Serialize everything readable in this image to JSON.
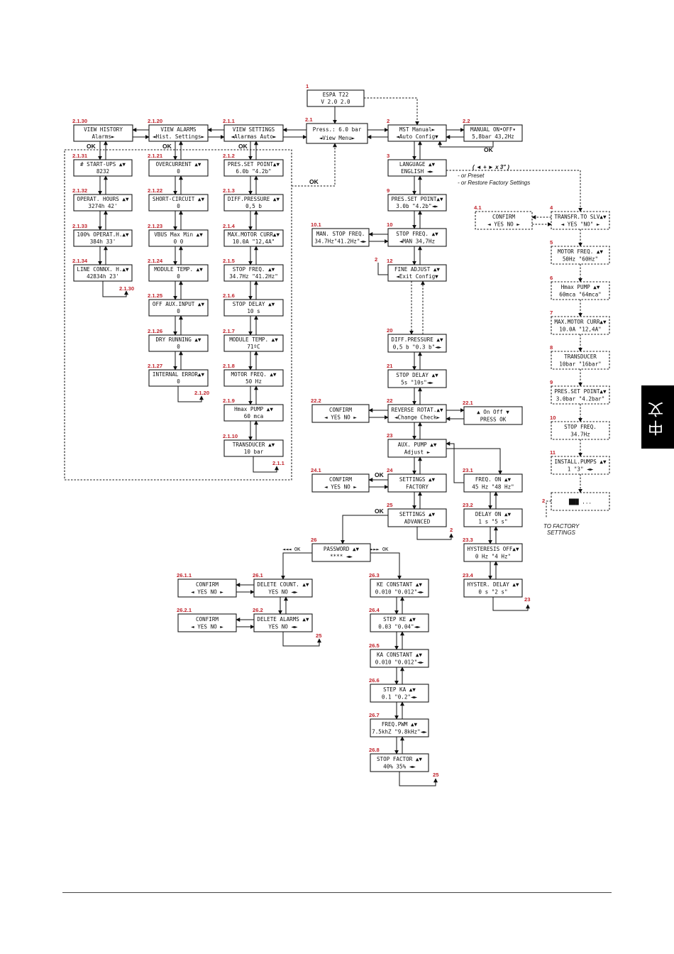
{
  "language_tab": "中文",
  "ok_label": "OK",
  "menu_boxes": [
    {
      "id": "b1",
      "num": "1",
      "l1": "ESPA   T22",
      "l2": "V 2.0   2.0"
    },
    {
      "id": "b21",
      "num": "2.1",
      "l1": "Press.:   6.0 bar",
      "l2": "◄View        Menu►"
    },
    {
      "id": "b2",
      "num": "2",
      "l1": "MST       Manual►",
      "l2": "◄Auto     Config▼"
    },
    {
      "id": "b22",
      "num": "2.2",
      "l1": "MANUAL    ON•OFF▾",
      "l2": "5,8bar  43,2Hz"
    },
    {
      "id": "b211",
      "num": "2.1.1",
      "l1": "VIEW SETTINGS",
      "l2": "◄Alarmas    Auto►"
    },
    {
      "id": "b2120",
      "num": "2.1.20",
      "l1": "VIEW ALARMS",
      "l2": "◄Hist. Settings►"
    },
    {
      "id": "b2130",
      "num": "2.1.30",
      "l1": "VIEW HISTORY",
      "l2": "Alarms►"
    },
    {
      "id": "b212",
      "num": "2.1.2",
      "l1": "PRES.SET POINT▲▼",
      "l2": "6.0b   \"4.2b\""
    },
    {
      "id": "b213",
      "num": "2.1.3",
      "l1": "DIFF.PRESSURE ▲▼",
      "l2": "0,5 b"
    },
    {
      "id": "b214",
      "num": "2.1.4",
      "l1": "MAX.MOTOR CURR▲▼",
      "l2": "10.0A  \"12,4A\""
    },
    {
      "id": "b215",
      "num": "2.1.5",
      "l1": "STOP FREQ.   ▲▼",
      "l2": "34.7Hz \"41.2Hz\""
    },
    {
      "id": "b216",
      "num": "2.1.6",
      "l1": "STOP DELAY   ▲▼",
      "l2": "10 s"
    },
    {
      "id": "b217",
      "num": "2.1.7",
      "l1": "MODULE TEMP. ▲▼",
      "l2": "71ºC"
    },
    {
      "id": "b218",
      "num": "2.1.8",
      "l1": "MOTOR FREQ.  ▲▼",
      "l2": "50 Hz"
    },
    {
      "id": "b219",
      "num": "2.1.9",
      "l1": "Hmax PUMP    ▲▼",
      "l2": "60 mca"
    },
    {
      "id": "b2110",
      "num": "2.1.10",
      "l1": "TRANSDUCER   ▲▼",
      "l2": "10 bar"
    },
    {
      "id": "b2121",
      "num": "2.1.21",
      "l1": "OVERCURRENT   ▲▼",
      "l2": "0"
    },
    {
      "id": "b2122",
      "num": "2.1.22",
      "l1": "SHORT-CIRCUIT ▲▼",
      "l2": "0"
    },
    {
      "id": "b2123",
      "num": "2.1.23",
      "l1": "VBUS Max  Min ▲▼",
      "l2": "0     0"
    },
    {
      "id": "b2124",
      "num": "2.1.24",
      "l1": "MODULE TEMP.  ▲▼",
      "l2": "0"
    },
    {
      "id": "b2125",
      "num": "2.1.25",
      "l1": "OFF AUX.INPUT ▲▼",
      "l2": "0"
    },
    {
      "id": "b2126",
      "num": "2.1.26",
      "l1": "DRY RUNNING   ▲▼",
      "l2": "0"
    },
    {
      "id": "b2127",
      "num": "2.1.27",
      "l1": "INTERNAL ERROR▲▼",
      "l2": "0"
    },
    {
      "id": "b2131",
      "num": "2.1.31",
      "l1": "# START-UPS   ▲▼",
      "l2": "8232"
    },
    {
      "id": "b2132",
      "num": "2.1.32",
      "l1": "OPERAT. HOURS ▲▼",
      "l2": "3274h 42'"
    },
    {
      "id": "b2133",
      "num": "2.1.33",
      "l1": "100% OPERAT.H.▲▼",
      "l2": "384h 33'"
    },
    {
      "id": "b2134",
      "num": "2.1.34",
      "l1": "LINE CONNX. H.▲▼",
      "l2": "42834h 23'"
    },
    {
      "id": "b3",
      "num": "3",
      "l1": "LANGUAGE      ▲▼",
      "l2": "ENGLISH       ◄►"
    },
    {
      "id": "b9",
      "num": "9",
      "l1": "PRES.SET POINT▲▼",
      "l2": "3.0b   \"4.2b\"◄►"
    },
    {
      "id": "b101",
      "num": "10.1",
      "l1": "MAN. STOP FREQ.",
      "l2": "34.7Hz\"41.2Hz\"◄►"
    },
    {
      "id": "b10",
      "num": "10",
      "l1": "STOP FREQ.    ▲▼",
      "l2": "◄MAN  34,7Hz"
    },
    {
      "id": "b12",
      "num": "12",
      "l1": "FINE ADJUST   ▲▼",
      "l2": "◄Exit    Config▼"
    },
    {
      "id": "b20",
      "num": "20",
      "l1": "DIFF.PRESSURE ▲▼",
      "l2": "0,5 b   \"0.3 b\"◄►"
    },
    {
      "id": "b21s",
      "num": "21",
      "l1": "STOP DELAY    ▲▼",
      "l2": "5s     \"10s\"◄►"
    },
    {
      "id": "b222",
      "num": "22.2",
      "l1": "CONFIRM",
      "l2": "◄ YES        NO ►"
    },
    {
      "id": "b22r",
      "num": "22",
      "l1": "REVERSE ROTAT.▲▼",
      "l2": "◄Change   Check►"
    },
    {
      "id": "b221",
      "num": "22.1",
      "l1": "▲ On      Off  ▼",
      "l2": "PRESS OK"
    },
    {
      "id": "b23",
      "num": "23",
      "l1": "AUX. PUMP     ▲▼",
      "l2": "Adjust  ►"
    },
    {
      "id": "b241",
      "num": "24.1",
      "l1": "CONFIRM",
      "l2": "◄ YES        NO ►"
    },
    {
      "id": "b24",
      "num": "24",
      "l1": "SETTINGS      ▲▼",
      "l2": "FACTORY"
    },
    {
      "id": "b231",
      "num": "23.1",
      "l1": "FREQ. ON     ▲▼",
      "l2": "45 Hz  \"48 Hz\""
    },
    {
      "id": "b25",
      "num": "25",
      "l1": "SETTINGS      ▲▼",
      "l2": "ADVANCED"
    },
    {
      "id": "b232",
      "num": "23.2",
      "l1": "DELAY ON     ▲▼",
      "l2": "1 s    \"5 s\""
    },
    {
      "id": "b233",
      "num": "23.3",
      "l1": "HYSTERESIS OFF▲▼",
      "l2": "0 Hz   \"4 Hz\""
    },
    {
      "id": "b234",
      "num": "23.4",
      "l1": "HYSTER. DELAY ▲▼",
      "l2": "0 s    \"2 s\""
    },
    {
      "id": "b26",
      "num": "26",
      "l1": "PASSWORD      ▲▼",
      "l2": "****         ◄►"
    },
    {
      "id": "b2611",
      "num": "26.1.1",
      "l1": "CONFIRM",
      "l2": "◄ YES        NO ►"
    },
    {
      "id": "b261",
      "num": "26.1",
      "l1": "DELETE COUNT. ▲▼",
      "l2": "YES      NO   ◄►"
    },
    {
      "id": "b263",
      "num": "26.3",
      "l1": "KE CONSTANT   ▲▼",
      "l2": "0.010 \"0.012\"◄►"
    },
    {
      "id": "b2621",
      "num": "26.2.1",
      "l1": "CONFIRM",
      "l2": "◄ YES        NO ►"
    },
    {
      "id": "b262",
      "num": "26.2",
      "l1": "DELETE ALARMS ▲▼",
      "l2": "YES      NO   ◄►"
    },
    {
      "id": "b264",
      "num": "26.4",
      "l1": "STEP KE       ▲▼",
      "l2": "0.03   \"0.04\"◄►"
    },
    {
      "id": "b265",
      "num": "26.5",
      "l1": "KA CONSTANT   ▲▼",
      "l2": "0.010 \"0.012\"◄►"
    },
    {
      "id": "b266",
      "num": "26.6",
      "l1": "STEP KA       ▲▼",
      "l2": "0.1     \"0.2\"◄►"
    },
    {
      "id": "b267",
      "num": "26.7",
      "l1": "FREQ.PWM      ▲▼",
      "l2": "7.5khZ \"9.8kHz\"◄►"
    },
    {
      "id": "b268",
      "num": "26.8",
      "l1": "STOP FACTOR   ▲▼",
      "l2": "40%      35%  ◄►"
    }
  ],
  "wizard_boxes": [
    {
      "id": "w41",
      "num": "4.1",
      "l1": "CONFIRM",
      "l2": "◄ YES        NO ►"
    },
    {
      "id": "w4",
      "num": "4",
      "l1": "TRANSFR.TO SLV▲▼",
      "l2": "◄ YES      \"NO\" ►"
    },
    {
      "id": "w5",
      "num": "5",
      "l1": "MOTOR FREQ.  ▲▼",
      "l2": "50Hz    \"60Hz\""
    },
    {
      "id": "w6",
      "num": "6",
      "l1": "Hmax PUMP    ▲▼",
      "l2": "60mca   \"64mca\""
    },
    {
      "id": "w7",
      "num": "7",
      "l1": "MAX.MOTOR CURR▲▼",
      "l2": "10.0A   \"12,4A\""
    },
    {
      "id": "w8",
      "num": "8",
      "l1": "TRANSDUCER",
      "l2": "10bar   \"16bar\""
    },
    {
      "id": "w9",
      "num": "9",
      "l1": "PRES.SET POINT▲▼",
      "l2": "3.0bar  \"4.2bar\""
    },
    {
      "id": "w10",
      "num": "10",
      "l1": "STOP FREQ.",
      "l2": "34.7Hz"
    },
    {
      "id": "w11",
      "num": "11",
      "l1": "INSTALL.PUMPS ▲▼",
      "l2": "1       \"3\"  ◄►"
    },
    {
      "id": "w12",
      "num": "",
      "l1": "███ ...",
      "l2": ""
    }
  ],
  "ref_labels": [
    {
      "id": "r2130",
      "text": "2.1.30"
    },
    {
      "id": "r2120",
      "text": "2.1.20"
    },
    {
      "id": "r211",
      "text": "2.1.1"
    },
    {
      "id": "r2a",
      "text": "2"
    },
    {
      "id": "r2b",
      "text": "2"
    },
    {
      "id": "r23",
      "text": "23"
    },
    {
      "id": "r25a",
      "text": "25"
    },
    {
      "id": "r25b",
      "text": "25"
    },
    {
      "id": "r2c",
      "text": "2"
    }
  ],
  "annotations": {
    "combo": "( ◄ + ► x 3\" )",
    "or_preset": "- or Preset",
    "or_restore": "- or Restore  Factory Settings",
    "back_ok": "◄◄◄ OK",
    "fwd_ok": "►►► OK",
    "to_factory_1": "TO FACTORY",
    "to_factory_2": "SETTINGS"
  }
}
